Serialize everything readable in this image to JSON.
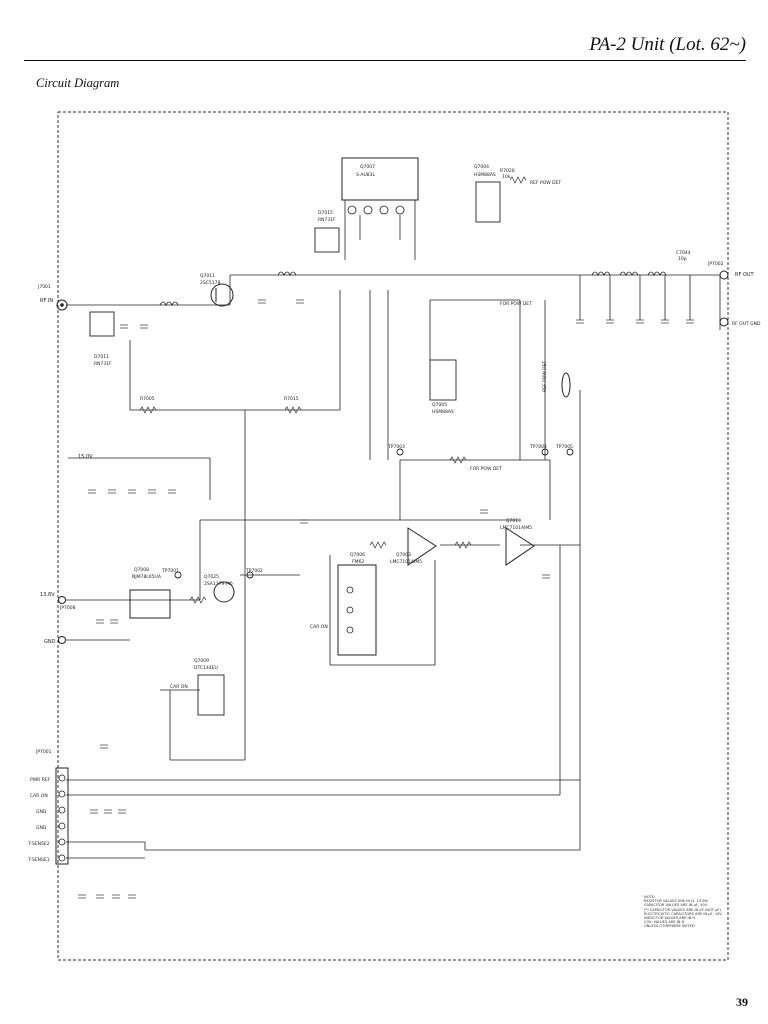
{
  "header": {
    "title": "PA-2 Unit (Lot. 62~)",
    "section": "Circuit Diagram"
  },
  "page_number": "39",
  "components": {
    "q7007": {
      "ref": "Q7007",
      "part": "S-AU83L"
    },
    "q7004": {
      "ref": "Q7004",
      "part": "HSM88AS"
    },
    "d7015": {
      "ref": "D7015",
      "part": "RN731F"
    },
    "q7011": {
      "ref": "Q7011",
      "part": "2SC5179"
    },
    "d7011": {
      "ref": "D7011",
      "part": "RN731F"
    },
    "q7005": {
      "ref": "Q7005",
      "part": "HSM88AS"
    },
    "q7008": {
      "ref": "Q7008",
      "part": "NJM78L05UA"
    },
    "q7025": {
      "ref": "Q7025",
      "part": "2SA1179-M6"
    },
    "q7009": {
      "ref": "Q7009",
      "part": "DTC144EU"
    },
    "q7006": {
      "ref": "Q7006",
      "part": "FM62"
    },
    "q7003": {
      "ref": "Q7003",
      "part": "LMC7101AIM5"
    },
    "q7013": {
      "ref": "Q7013",
      "part": "LMC7101AIM5"
    },
    "r7020": {
      "ref": "R7020",
      "val": "10k"
    },
    "r7005": {
      "ref": "R7005"
    },
    "r7015": {
      "ref": "R7015"
    },
    "tp7003": {
      "ref": "TP7003"
    },
    "tp7004": {
      "ref": "TP7004"
    },
    "tp7005": {
      "ref": "TP7005"
    },
    "tp7001": {
      "ref": "TP7001"
    },
    "tp7002": {
      "ref": "TP7002"
    },
    "c7044": {
      "ref": "C7044",
      "val": "10p"
    }
  },
  "labels": {
    "rf_in": "RF IN",
    "rf_out": "RF OUT",
    "rf_out_gnd": "RF OUT GND",
    "v15": "15.0V",
    "v13_8": "13.8V",
    "gnd": "GND",
    "ref_pow_det": "REF POW DET",
    "for_pow_det": "FOR POW DET",
    "car_on": "CAR ON",
    "jp7001": "JP7001",
    "jp7002": "JP7002",
    "jp7008": "JP7008",
    "j7001": "J7001",
    "conn": [
      "PWR REF",
      "CAR ON",
      "GND",
      "GND",
      "T-SENSE2",
      "T-SENSE1"
    ]
  },
  "notes": [
    "NOTE:",
    "RESISTOR VALUES ARE IN Ω, 1/10W",
    "CAPACITOR VALUES ARE IN µF, 50V",
    "(*) CAPACITOR VALUES ARE IN pF (NOT µF)",
    "ELECTROLYTIC CAPACITORS ARE IN µF, 16V",
    "INDUCTOR VALUES ARE IN H",
    "COIL VALUES ARE IN H",
    "UNLESS OTHERWISE NOTED"
  ]
}
